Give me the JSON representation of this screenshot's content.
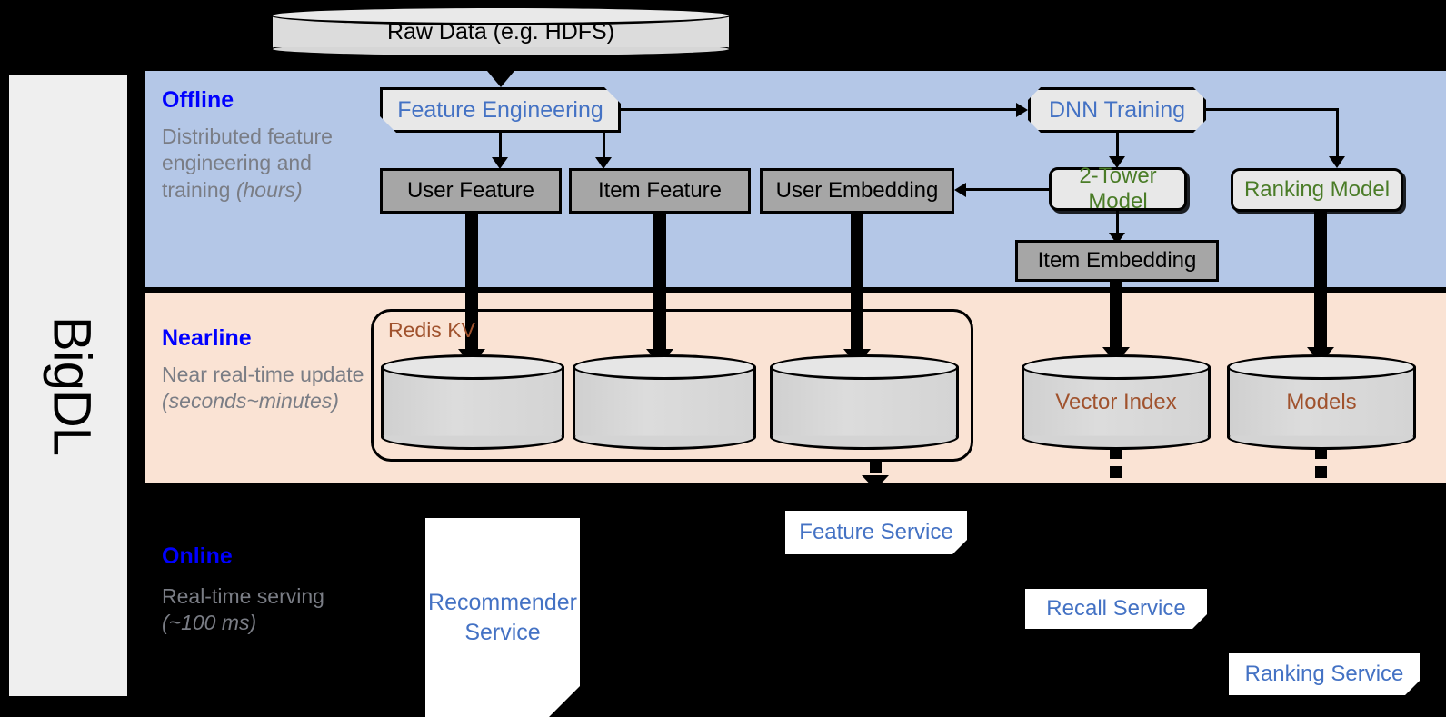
{
  "sidebar": {
    "label": "BigDL"
  },
  "bands": {
    "offline": {
      "title": "Offline",
      "sub_line1": "Distributed feature engineering and training ",
      "sub_em": "(hours)"
    },
    "nearline": {
      "title": "Nearline",
      "sub_line1": "Near real-time update ",
      "sub_em": "(seconds~minutes)"
    },
    "online": {
      "title": "Online",
      "sub_line1": "Real-time serving ",
      "sub_em": "(~100 ms)"
    }
  },
  "nodes": {
    "raw_data": "Raw Data (e.g. HDFS)",
    "feature_engineering": "Feature Engineering",
    "dnn_training": "DNN Training",
    "user_feature": "User Feature",
    "item_feature": "Item Feature",
    "user_embedding": "User Embedding",
    "two_tower_model": "2-Tower Model",
    "ranking_model": "Ranking Model",
    "item_embedding": "Item Embedding",
    "redis_kv": "Redis KV",
    "vector_index": "Vector Index",
    "models": "Models",
    "recommender_service": "Recommender Service",
    "feature_service": "Feature Service",
    "recall_service": "Recall Service",
    "ranking_service": "Ranking Service"
  },
  "colors": {
    "offline_band": "#b4c7e7",
    "nearline_band": "#fae3d4",
    "online_band": "#000000",
    "band_title": "#0000ff",
    "band_sub": "#7a7d85",
    "blue_text": "#4472c4",
    "green_text": "#4a7c27",
    "brown_text": "#a0522d",
    "grey_box": "#a6a6a6"
  }
}
